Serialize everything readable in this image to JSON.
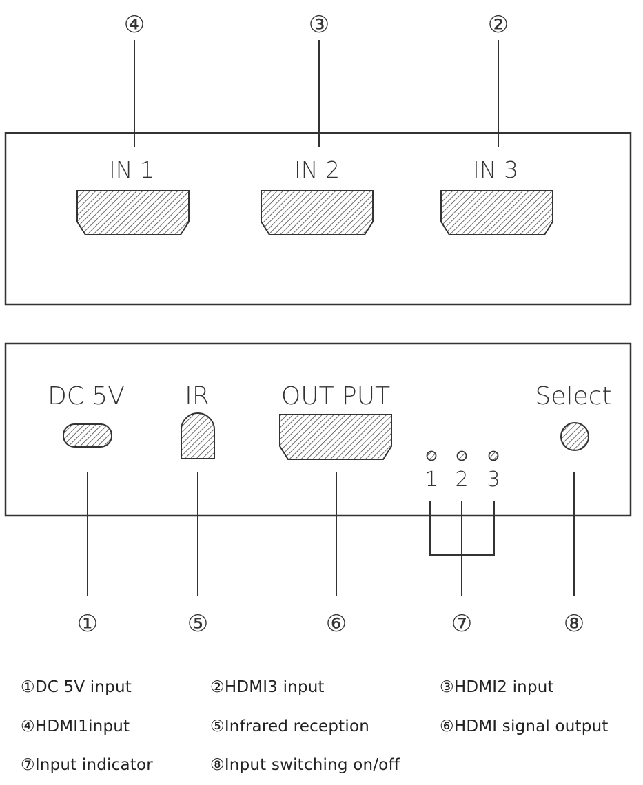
{
  "front_panel": {
    "ports": [
      {
        "callout": "④",
        "label": "IN 1"
      },
      {
        "callout": "③",
        "label": "IN 2"
      },
      {
        "callout": "②",
        "label": "IN 3"
      }
    ]
  },
  "rear_panel": {
    "dc_label": "DC 5V",
    "ir_label": "IR",
    "output_label": "OUT PUT",
    "select_label": "Select",
    "indicators": [
      "1",
      "2",
      "3"
    ],
    "callouts": {
      "dc": "①",
      "ir": "⑤",
      "output": "⑥",
      "indicator": "⑦",
      "select": "⑧"
    }
  },
  "legend": [
    "①DC 5V input",
    "②HDMI3 input",
    "③HDMI2 input",
    "④HDMI1input",
    "⑤Infrared reception",
    "⑥HDMI signal output",
    "⑦Input indicator",
    "⑧Input switching on/off"
  ],
  "colors": {
    "line": "#333333",
    "hatch": "#444444",
    "background": "#ffffff"
  }
}
